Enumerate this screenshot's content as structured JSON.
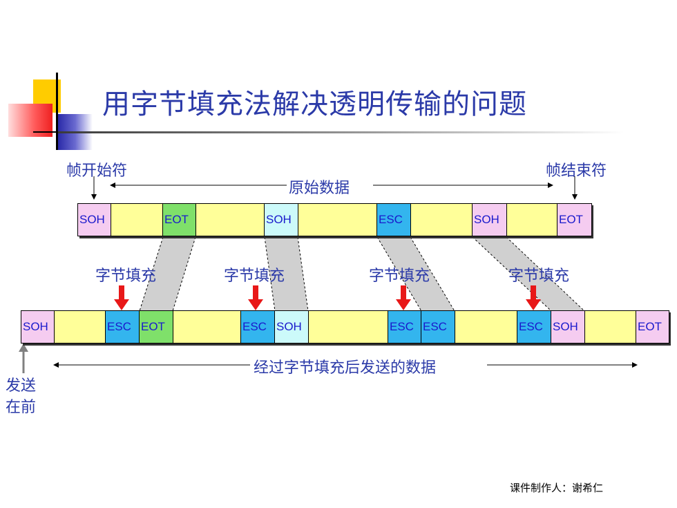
{
  "title": "用字节填充法解决透明传输的问题",
  "labels": {
    "frame_start": "帧开始符",
    "frame_end": "帧结束符",
    "original_data": "原始数据",
    "stuffed_data": "经过字节填充后发送的数据",
    "send_first_line1": "发送",
    "send_first_line2": "在前",
    "byte_stuffing": "字节填充"
  },
  "top_row": [
    {
      "text": "SOH",
      "color": "#f5ccf0"
    },
    {
      "text": "",
      "color": "#ffff99"
    },
    {
      "text": "EOT",
      "color": "#7fe06a"
    },
    {
      "text": "",
      "color": "#ffff99"
    },
    {
      "text": "SOH",
      "color": "#ccfafa"
    },
    {
      "text": "",
      "color": "#ffff99"
    },
    {
      "text": "ESC",
      "color": "#33b5ee"
    },
    {
      "text": "",
      "color": "#ffff99"
    },
    {
      "text": "SOH",
      "color": "#f5ccf0"
    },
    {
      "text": "",
      "color": "#ffff99"
    },
    {
      "text": "EOT",
      "color": "#f5ccf0"
    }
  ],
  "bottom_row": [
    {
      "text": "SOH",
      "color": "#f5ccf0"
    },
    {
      "text": "",
      "color": "#ffff99"
    },
    {
      "text": "ESC",
      "color": "#33b5ee"
    },
    {
      "text": "EOT",
      "color": "#7fe06a"
    },
    {
      "text": "",
      "color": "#ffff99"
    },
    {
      "text": "ESC",
      "color": "#33b5ee"
    },
    {
      "text": "SOH",
      "color": "#ccfafa"
    },
    {
      "text": "",
      "color": "#ffff99"
    },
    {
      "text": "ESC",
      "color": "#33b5ee"
    },
    {
      "text": "ESC",
      "color": "#33b5ee"
    },
    {
      "text": "",
      "color": "#ffff99"
    },
    {
      "text": "ESC",
      "color": "#33b5ee"
    },
    {
      "text": "SOH",
      "color": "#f5ccf0"
    },
    {
      "text": "",
      "color": "#ffff99"
    },
    {
      "text": "EOT",
      "color": "#f5ccf0"
    }
  ],
  "footer": "课件制作人：谢希仁",
  "colors": {
    "title": "#2b3aa8",
    "arrow_red": "#e81818",
    "band": "#d0d0d0"
  }
}
